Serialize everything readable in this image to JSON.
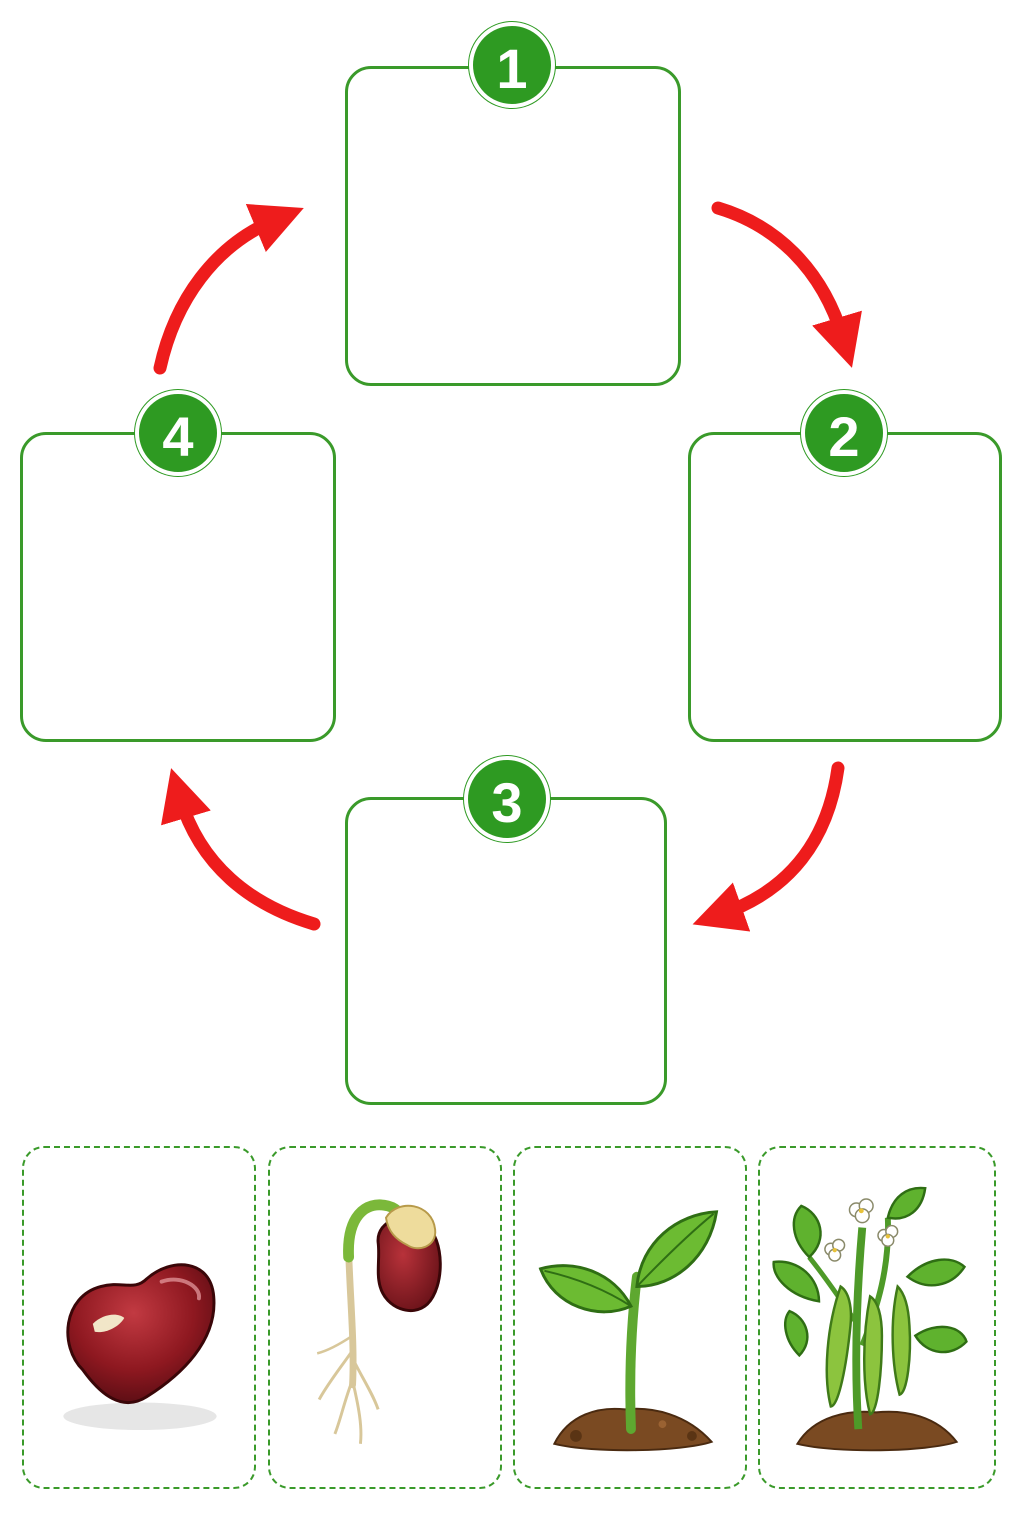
{
  "steps": [
    {
      "number": "1"
    },
    {
      "number": "2"
    },
    {
      "number": "3"
    },
    {
      "number": "4"
    }
  ],
  "colors": {
    "box_border": "#3a9a2a",
    "badge": "#2e9a22",
    "arrow": "#ee1c1c",
    "card_border": "#3a9a2a"
  },
  "cards": [
    {
      "icon": "bean-seed-icon"
    },
    {
      "icon": "germinating-bean-icon"
    },
    {
      "icon": "bean-seedling-icon"
    },
    {
      "icon": "flowering-bean-plant-icon"
    }
  ]
}
